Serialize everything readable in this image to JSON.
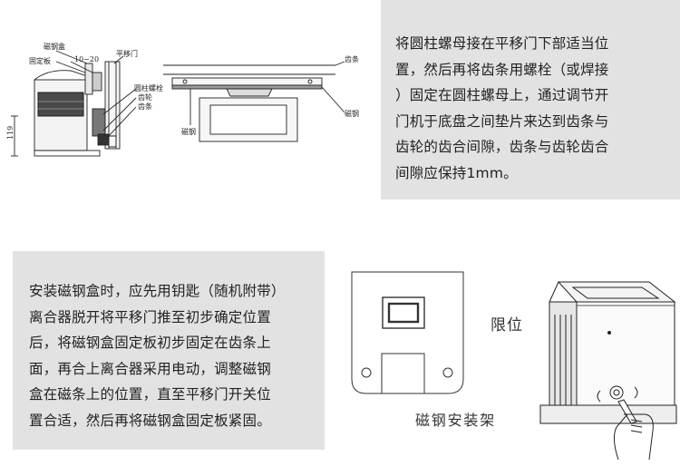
{
  "top_panel": {
    "lines": [
      "将圆柱螺母接在平移门下部适当位",
      "置，然后再将齿条用螺栓（或焊接",
      "）固定在圆柱螺母上，通过调节开",
      "门机于底盘之间垫片来达到齿条与",
      "齿轮的齿合间隙，齿条与齿轮齿合",
      "间隙应保持1mm。"
    ]
  },
  "bottom_panel": {
    "lines": [
      "安装磁钢盒时，应先用钥匙（随机附带）",
      "离合器脱开将平移门推至初步确定位置",
      "后，将磁钢盒固定板初步固定在齿条上",
      "面，再合上离合器采用电动，调整磁钢",
      "盒在磁条上的位置，直至平移门开关位",
      "置合适，然后再将磁钢盒固定板紧固。"
    ]
  },
  "diagram_left": {
    "labels": {
      "magnet_box": "磁钢盒",
      "fixing_plate": "固定板",
      "gap": "10~20",
      "sliding_door": "平移门",
      "cylinder_nut": "圆柱螺栓",
      "gear": "齿轮",
      "rack": "齿条",
      "height": "119"
    }
  },
  "diagram_right": {
    "labels": {
      "rack": "齿条",
      "magnet": "磁钢"
    }
  },
  "bracket_figure": {
    "caption": "磁钢安装架"
  },
  "limit_figure": {
    "label": "限位"
  }
}
